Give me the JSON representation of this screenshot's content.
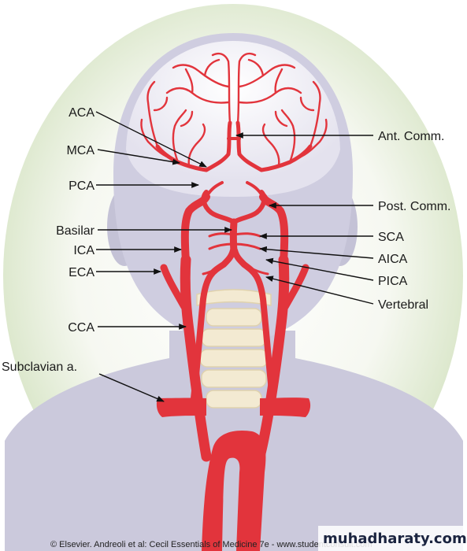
{
  "labels_left": {
    "aca": "ACA",
    "mca": "MCA",
    "pca": "PCA",
    "basilar": "Basilar",
    "ica": "ICA",
    "eca": "ECA",
    "cca": "CCA",
    "subclavian": "Subclavian a."
  },
  "labels_right": {
    "ant_comm": "Ant. Comm.",
    "post_comm": "Post. Comm.",
    "sca": "SCA",
    "aica": "AICA",
    "pica": "PICA",
    "vertebral": "Vertebral"
  },
  "footer": {
    "credit": "© Elsevier. Andreoli et al: Cecil Essentials of Medicine 7e - www.studentconsult.com",
    "watermark": "muhadharaty.com"
  },
  "colors": {
    "artery": "#e2343c",
    "head": "#cfcde0",
    "oval_edge": "#dfe9cf",
    "spine": "#f3ead2"
  }
}
